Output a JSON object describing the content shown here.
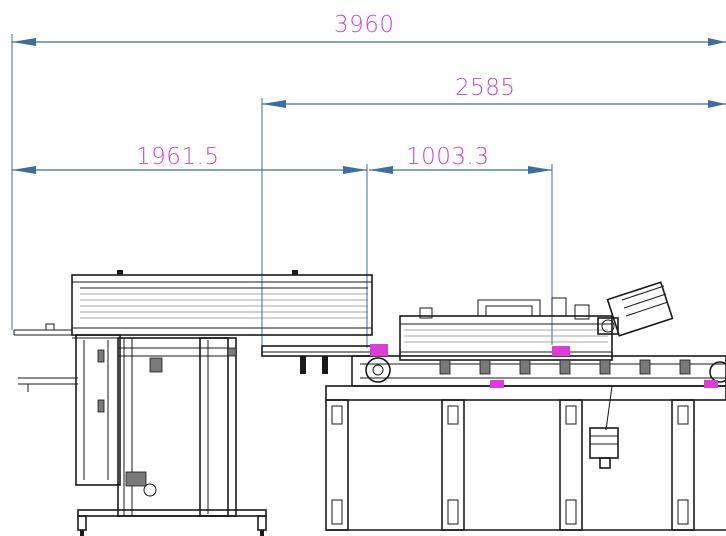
{
  "dimensions": {
    "overall": "3960",
    "conveyor": "2585",
    "feeder": "1961.5",
    "offset": "1003.3"
  },
  "colors": {
    "dimension_line": "#3f6e9a",
    "dimension_text": "#c24ad8",
    "machine_line": "#1a1a1a",
    "marker": "#d93fd6"
  }
}
